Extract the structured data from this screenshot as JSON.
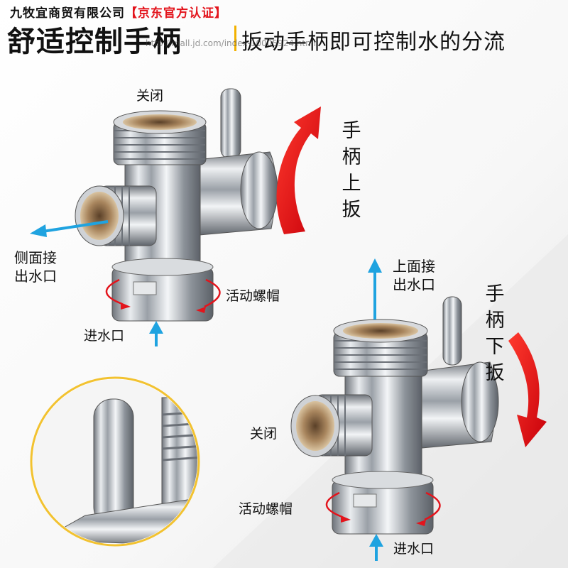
{
  "header": {
    "seller_name": "九牧宜商贸有限公司",
    "seller_badge": "【京东官方认证】",
    "title_main": "舒适控制手柄",
    "title_sub": "扳动手柄即可控制水的分流",
    "watermark_url": "http://mall.jd.com/index-10005924.html"
  },
  "labels": {
    "top_close": "关闭",
    "handle_up": "手柄上扳",
    "side_outlet_l1": "侧面接",
    "side_outlet_l2": "出水口",
    "swivel_nut_1": "活动螺帽",
    "inlet_1": "进水口",
    "top_outlet_l1": "上面接",
    "top_outlet_l2": "出水口",
    "handle_down": "手柄下扳",
    "close_2": "关闭",
    "swivel_nut_2": "活动螺帽",
    "inlet_2": "进水口"
  },
  "colors": {
    "accent_red": "#e3141c",
    "arrow_blue": "#1fa3e0",
    "zoom_circle": "#f2c230",
    "chrome": "#c9ccd1",
    "brass": "#9a7a56"
  }
}
